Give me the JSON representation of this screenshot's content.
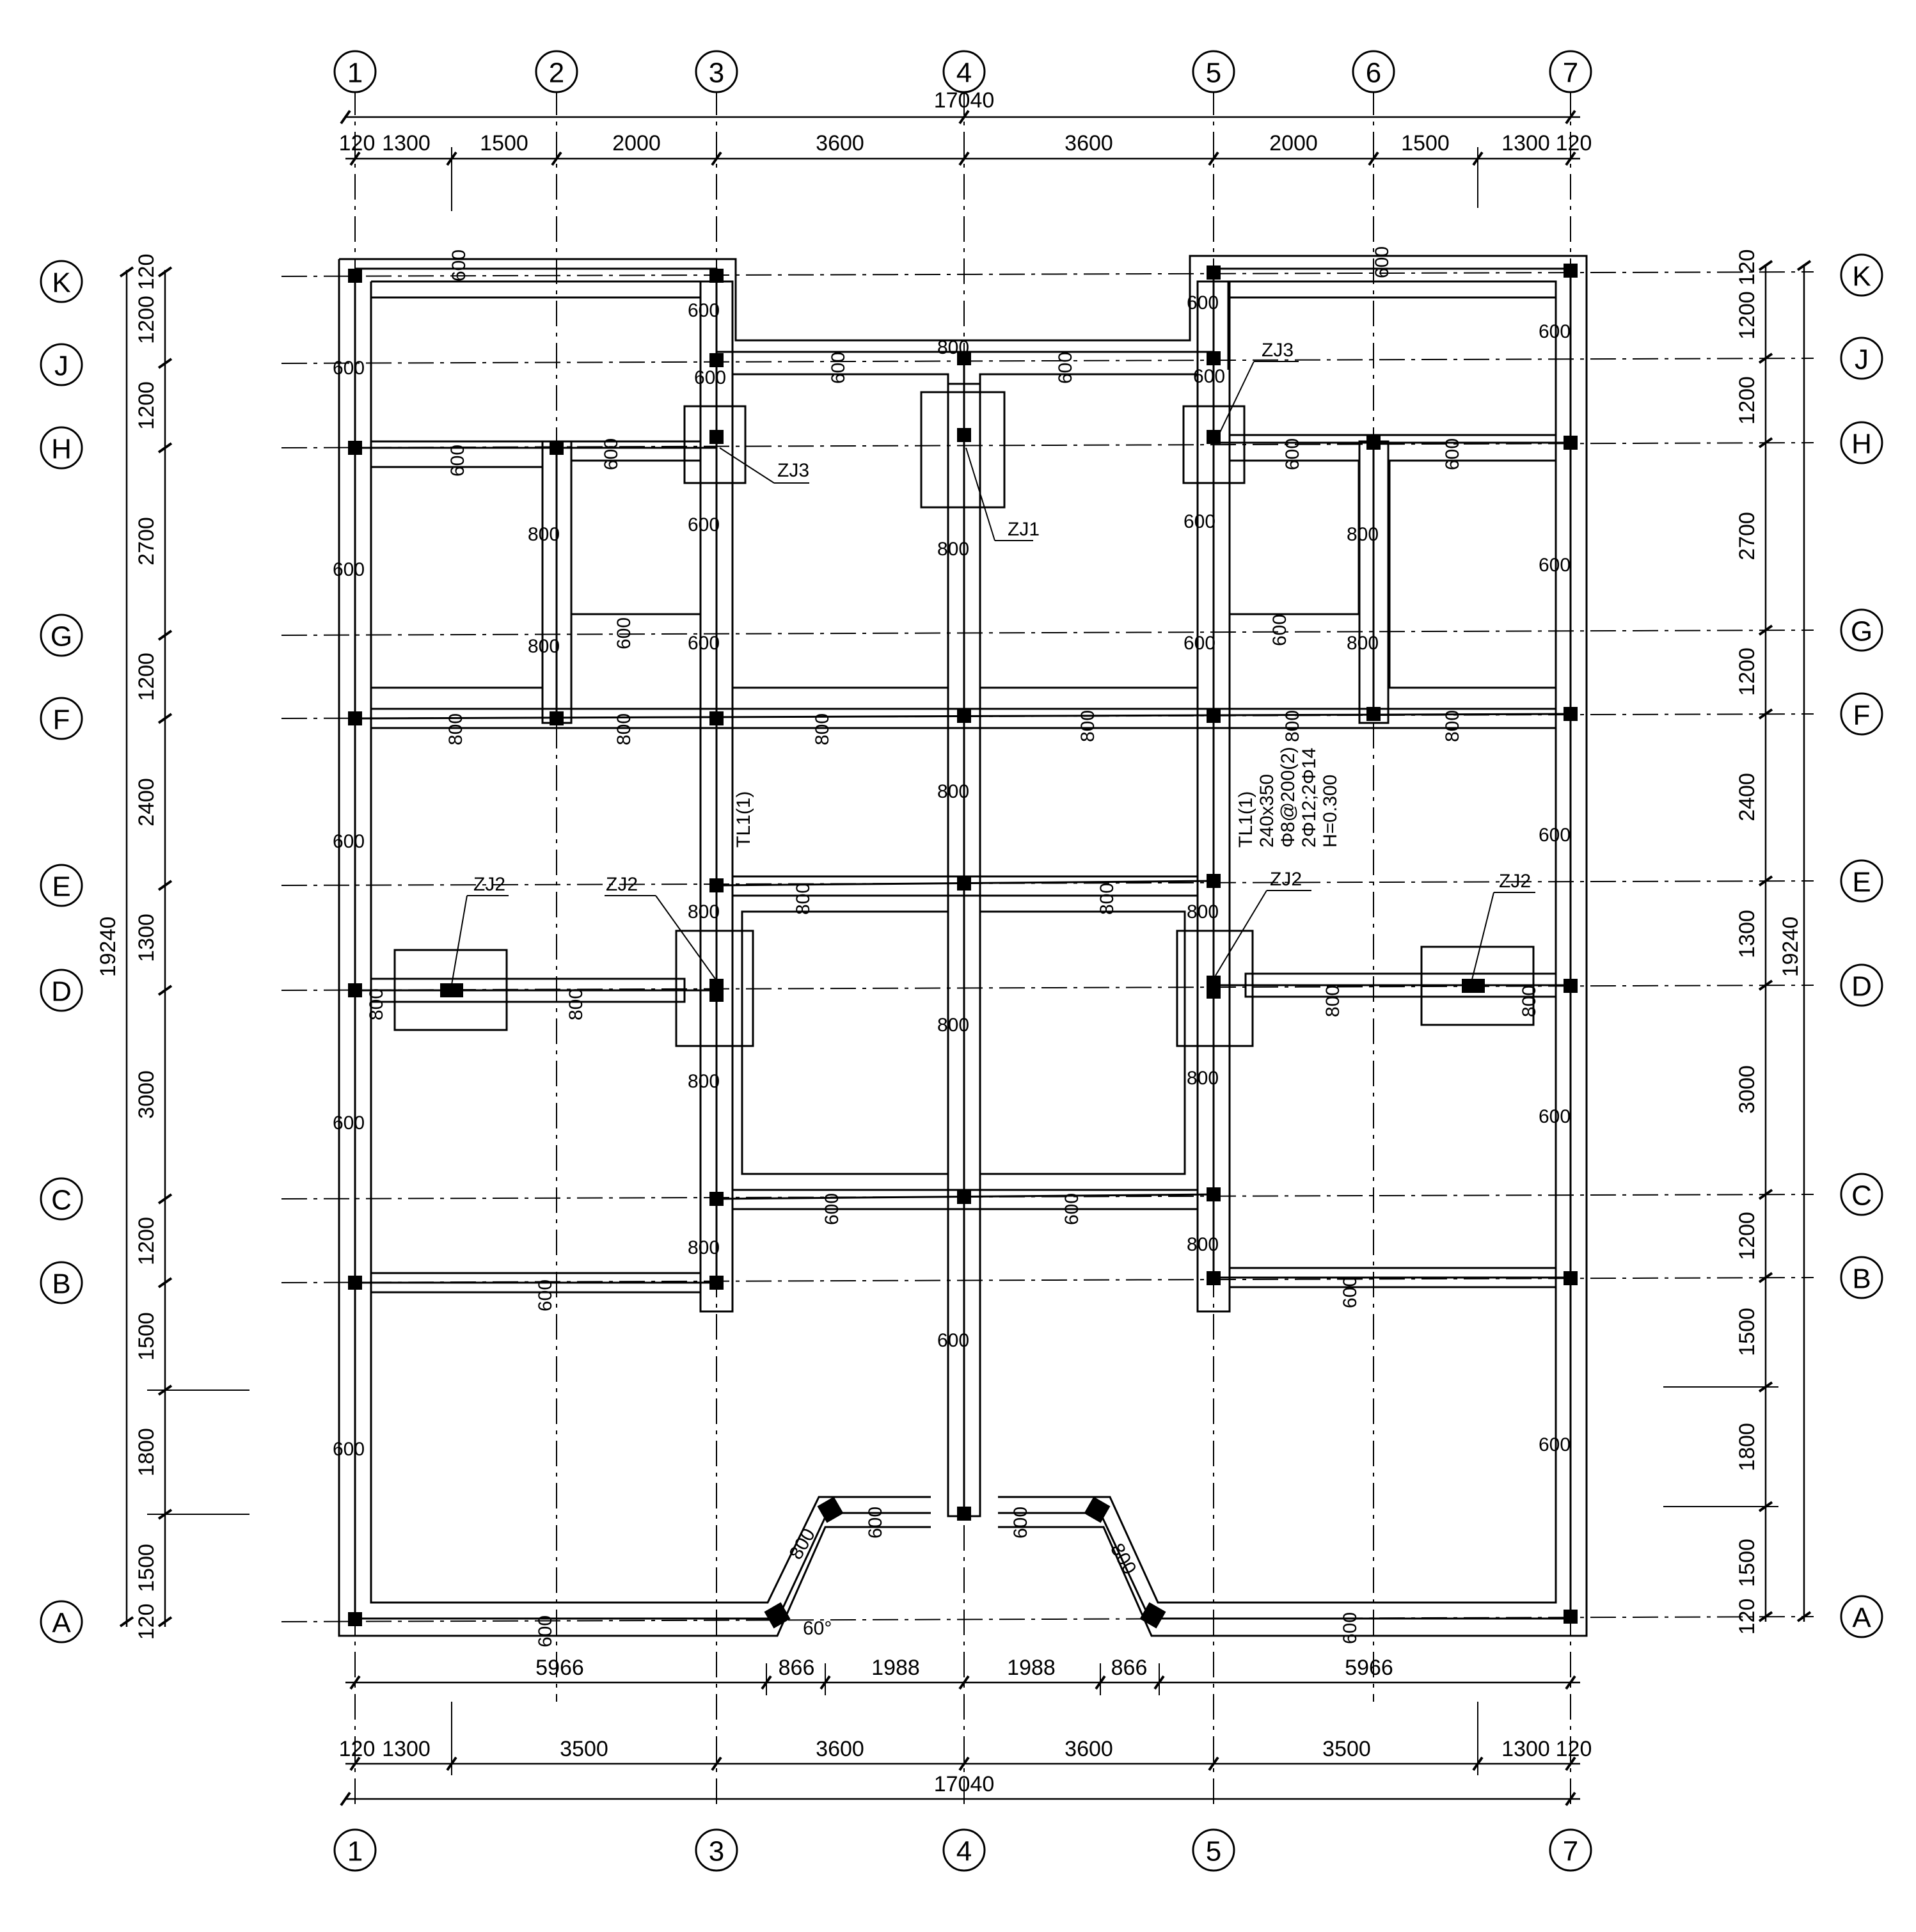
{
  "axes": {
    "top": [
      "1",
      "2",
      "3",
      "4",
      "5",
      "6",
      "7"
    ],
    "bottom": [
      "1",
      "3",
      "4",
      "5",
      "7"
    ],
    "left": [
      "K",
      "J",
      "H",
      "G",
      "F",
      "E",
      "D",
      "C",
      "B",
      "A"
    ],
    "right": [
      "K",
      "J",
      "H",
      "G",
      "F",
      "E",
      "D",
      "C",
      "B",
      "A"
    ]
  },
  "dims": {
    "top_total": "17040",
    "top_segments": [
      "120",
      "1300",
      "1500",
      "2000",
      "3600",
      "3600",
      "2000",
      "1500",
      "1300",
      "120"
    ],
    "bottom_row1": [
      "5966",
      "866",
      "1988",
      "1988",
      "866",
      "5966"
    ],
    "bottom_row2": [
      "120",
      "1300",
      "3500",
      "3600",
      "3600",
      "3500",
      "1300",
      "120"
    ],
    "bottom_total": "17040",
    "left_segments": [
      "120",
      "1200",
      "1200",
      "2700",
      "1200",
      "2400",
      "1300",
      "3000",
      "1200",
      "1500",
      "1800",
      "1500",
      "120"
    ],
    "left_total": "19240",
    "right_segments": [
      "120",
      "1200",
      "1200",
      "2700",
      "1200",
      "2400",
      "1300",
      "3000",
      "1200",
      "1500",
      "1800",
      "1500",
      "120"
    ],
    "right_total": "19240"
  },
  "widths": {
    "w600": "600",
    "w800": "800"
  },
  "tags": {
    "zj1": "ZJ1",
    "zj2": "ZJ2",
    "zj3": "ZJ3",
    "tl1": "TL1(1)",
    "angle": "60°"
  },
  "beam_note": {
    "line1": "TL1(1)",
    "line2": "240x350",
    "line3": "Φ8@200(2)",
    "line4": "2Φ12;2Φ14",
    "line5": "H=0.300"
  }
}
